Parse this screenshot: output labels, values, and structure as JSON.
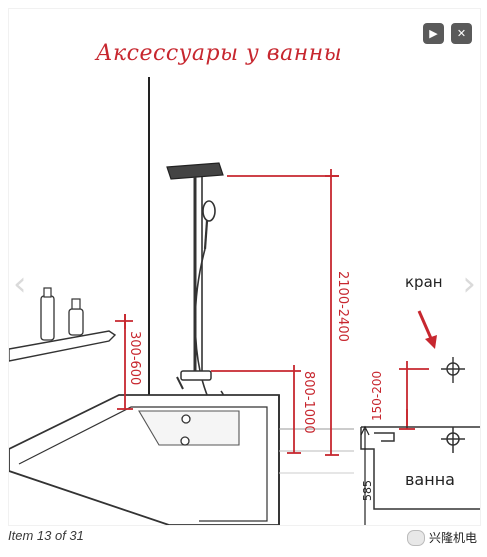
{
  "viewer": {
    "play_label": "▶",
    "close_label": "✕",
    "prev_label": "‹",
    "next_label": "›",
    "caption": "Item 13 of 31"
  },
  "illustration": {
    "title": "Аксессуары у ванны",
    "dim_shower_height": "2100-2400",
    "dim_shelf": "300-600",
    "dim_mixer": "800-1000",
    "dim_tap_offset": "150-200",
    "dim_tub_height": "585",
    "label_faucet": "кран",
    "label_bath": "ванна"
  },
  "watermark": {
    "text": "兴隆机电"
  },
  "colors": {
    "accent": "#c7272f",
    "ink": "#222222"
  }
}
